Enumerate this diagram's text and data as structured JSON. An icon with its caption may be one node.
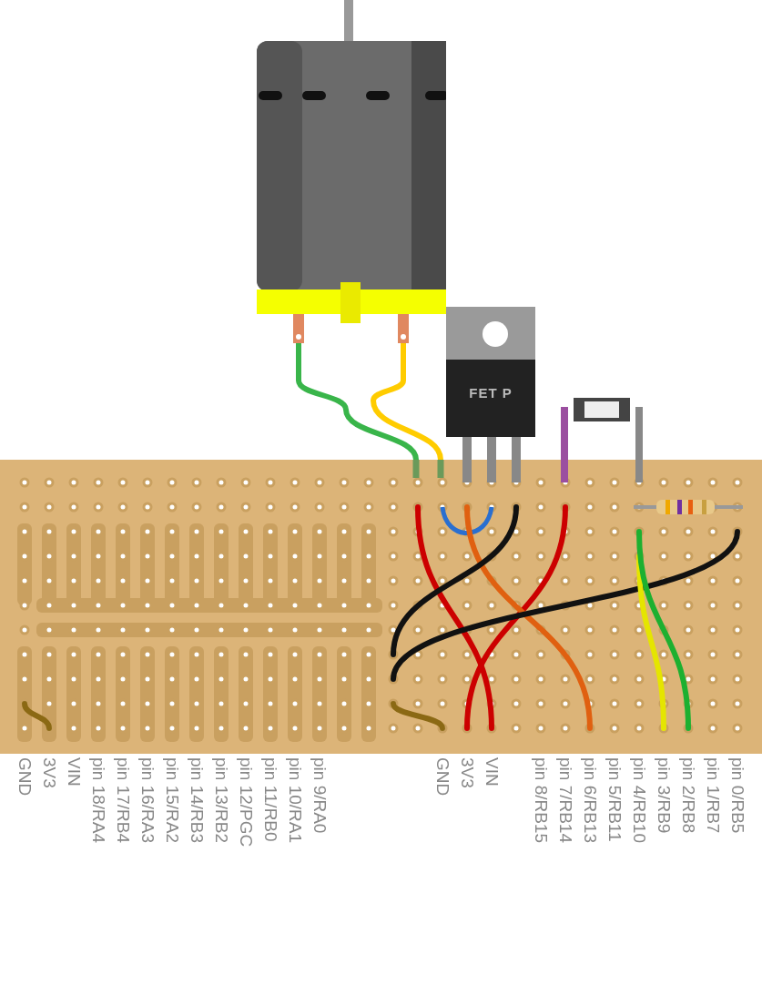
{
  "diagram": {
    "nodes": [
      {
        "text": [],
        "shape": "picture"
      },
      {
        "text": [
          "FET P"
        ]
      },
      {
        "text": [],
        "shape": "picture"
      },
      {
        "text": [],
        "shape": "picture",
        "in": 4
      },
      {
        "text": [],
        "shape": "box"
      }
    ],
    "edges": [
      {
        "from": 0,
        "to": 4,
        "arrow": "none",
        "color": "#39b54a"
      },
      {
        "from": 0,
        "to": 4,
        "arrow": "none",
        "color": "#ffcc00"
      }
    ],
    "labels": [
      "GND",
      "3V3",
      "VIN",
      "pin 18/RA4",
      "pin 17/RB4",
      "pin 16/RA3",
      "pin 15/RA2",
      "pin 14/RB3",
      "pin 13/RB2",
      "pin 12/PGC",
      "pin 11/RB0",
      "pin 10/RA1",
      "pin 9/RA0",
      "GND",
      "3V3",
      "VIN",
      "pin 8/RB15",
      "pin 7/RB14",
      "pin 6/RB13",
      "pin 5/RB11",
      "pin 4/RB10",
      "pin 3/RB9",
      "pin 2/RB8",
      "pin 1/RB7",
      "pin 0/RB5"
    ]
  }
}
